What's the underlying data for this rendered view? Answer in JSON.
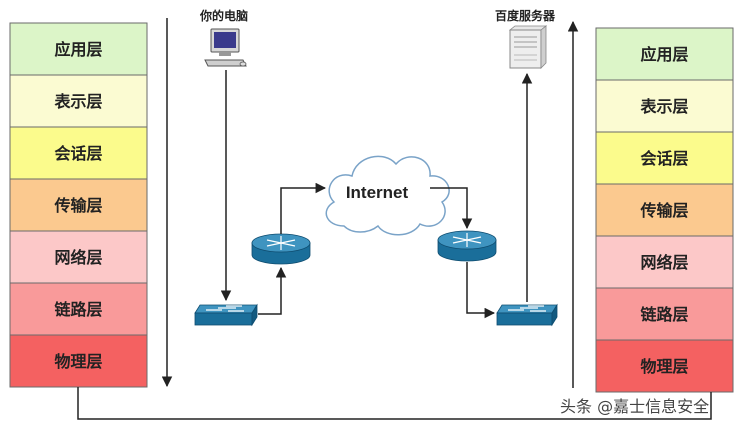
{
  "left_stack": {
    "layers": [
      {
        "label": "应用层",
        "color": "#dcf5c8"
      },
      {
        "label": "表示层",
        "color": "#fbfbd2"
      },
      {
        "label": "会话层",
        "color": "#fbfb8c"
      },
      {
        "label": "传输层",
        "color": "#fbc98f"
      },
      {
        "label": "网络层",
        "color": "#fcc8c8"
      },
      {
        "label": "链路层",
        "color": "#f99a9a"
      },
      {
        "label": "物理层",
        "color": "#f46161"
      }
    ]
  },
  "right_stack": {
    "layers": [
      {
        "label": "应用层",
        "color": "#dcf5c8"
      },
      {
        "label": "表示层",
        "color": "#fbfbd2"
      },
      {
        "label": "会话层",
        "color": "#fbfb8c"
      },
      {
        "label": "传输层",
        "color": "#fbc98f"
      },
      {
        "label": "网络层",
        "color": "#fcc8c8"
      },
      {
        "label": "链路层",
        "color": "#f99a9a"
      },
      {
        "label": "物理层",
        "color": "#f46161"
      }
    ]
  },
  "labels": {
    "your_computer": "你的电脑",
    "baidu_server": "百度服务器",
    "internet": "Internet"
  },
  "watermark": "头条 @嘉士信息安全",
  "colors": {
    "device_blue": "#1a6e9a",
    "line": "#222222",
    "cloud_stroke": "#7aa3c8"
  }
}
